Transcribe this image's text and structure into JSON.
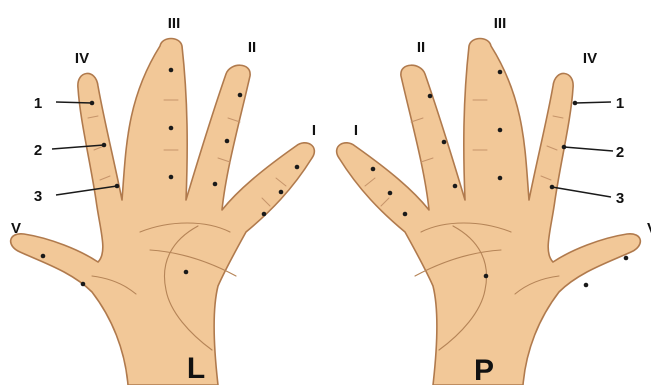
{
  "labels": {
    "left": {
      "finger_I": "I",
      "finger_II": "II",
      "finger_III": "III",
      "finger_IV": "IV",
      "finger_V": "V",
      "phalanx_1": "1",
      "phalanx_2": "2",
      "phalanx_3": "3",
      "hand_letter": "L"
    },
    "right": {
      "finger_I": "I",
      "finger_II": "II",
      "finger_III": "III",
      "finger_IV": "IV",
      "finger_V": "V",
      "phalanx_1": "1",
      "phalanx_2": "2",
      "phalanx_3": "3",
      "hand_letter": "P"
    }
  },
  "colors": {
    "skin": "#f2c898",
    "outline": "#b07a4d",
    "dot": "#1a1a1a",
    "text": "#111111"
  }
}
